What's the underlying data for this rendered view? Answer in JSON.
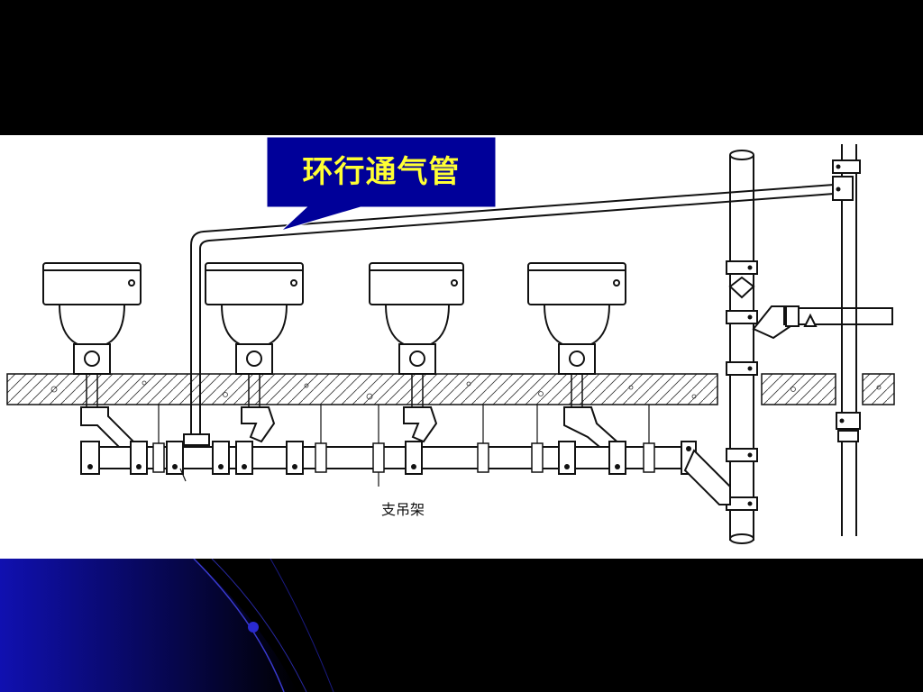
{
  "slide": {
    "background_color": "#000000",
    "accent_color": "#1a1aa0"
  },
  "diagram": {
    "callout": {
      "text": "环行通气管",
      "box_color": "#000099",
      "text_color": "#ffff33"
    },
    "support_label": "支吊架",
    "fixtures": [
      {
        "name": "toilet-1"
      },
      {
        "name": "toilet-2"
      },
      {
        "name": "toilet-3"
      },
      {
        "name": "toilet-4"
      }
    ]
  }
}
